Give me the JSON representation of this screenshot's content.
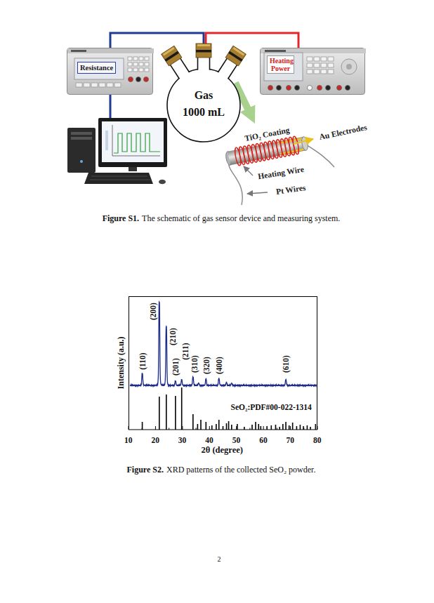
{
  "diagram": {
    "nodes": [
      {
        "text": [
          "Resistance"
        ]
      },
      {
        "text": [
          "Gas 1000 mL"
        ]
      },
      {
        "text": [
          "Heating Power"
        ]
      },
      {
        "text": [
          "TiO₂ Coating"
        ]
      }
    ],
    "edges": [
      {
        "from": 0,
        "to": 1,
        "arrow": "none"
      },
      {
        "from": 1,
        "to": 2,
        "arrow": "none"
      },
      {
        "from": 1,
        "to": 3,
        "arrow": "to"
      }
    ],
    "labels": [
      "Au Electrodes",
      "Heating Wire",
      "Pt Wires",
      "Figure S1.",
      "The schematic of gas sensor device and measuring system.",
      "Intensity (a.u.)",
      "(110)",
      "(200)",
      "(210)",
      "(201)",
      "(211)",
      "(310)",
      "(320)",
      "(400)",
      "(610)",
      "SeO₂:PDF#00-022-1314",
      "10",
      "20",
      "30",
      "40",
      "50",
      "60",
      "70",
      "80",
      "2θ (degree)",
      "Figure S2.",
      "XRD patterns of the collected SeO₂ powder.",
      "2"
    ]
  }
}
